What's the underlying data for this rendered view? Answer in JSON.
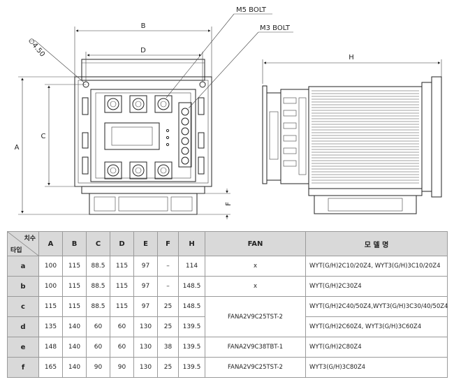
{
  "drawing": {
    "labels": {
      "m5": "M5 BOLT",
      "m3": "M3 BOLT",
      "hole": "∅4.50",
      "b": "B",
      "d": "D",
      "a": "A",
      "c": "C",
      "f": "F",
      "h": "H"
    }
  },
  "table": {
    "corner_top": "치수",
    "corner_bottom": "타입",
    "headers": [
      "A",
      "B",
      "C",
      "D",
      "E",
      "F",
      "H",
      "FAN",
      "모 델 명"
    ],
    "rows": [
      {
        "type": "a",
        "A": "100",
        "B": "115",
        "C": "88.5",
        "D": "115",
        "E": "97",
        "F": "–",
        "H": "114",
        "model": "WYT(G/H)2C10/20Z4,  WYT3(G/H)3C10/20Z4"
      },
      {
        "type": "b",
        "A": "100",
        "B": "115",
        "C": "88.5",
        "D": "115",
        "E": "97",
        "F": "–",
        "H": "148.5",
        "model": "WYT(G/H)2C30Z4"
      },
      {
        "type": "c",
        "A": "115",
        "B": "115",
        "C": "88.5",
        "D": "115",
        "E": "97",
        "F": "25",
        "H": "148.5",
        "model": "WYT(G/H)2C40/50Z4,WYT3(G/H)3C30/40/50Z4"
      },
      {
        "type": "d",
        "A": "135",
        "B": "140",
        "C": "60",
        "D": "60",
        "E": "130",
        "F": "25",
        "H": "139.5",
        "model": "WYT(G/H)2C60Z4,  WYT3(G/H)3C60Z4"
      },
      {
        "type": "e",
        "A": "148",
        "B": "140",
        "C": "60",
        "D": "60",
        "E": "130",
        "F": "38",
        "H": "139.5",
        "model": "WYT(G/H)2C80Z4"
      },
      {
        "type": "f",
        "A": "165",
        "B": "140",
        "C": "90",
        "D": "90",
        "E": "130",
        "F": "25",
        "H": "139.5",
        "model": "WYT3(G/H)3C80Z4"
      }
    ],
    "fan": {
      "a": "x",
      "b": "x",
      "cd": "FANA2V9C25TST-2",
      "e": "FANA2V9C38TBT-1",
      "f": "FANA2V9C25TST-2"
    }
  }
}
